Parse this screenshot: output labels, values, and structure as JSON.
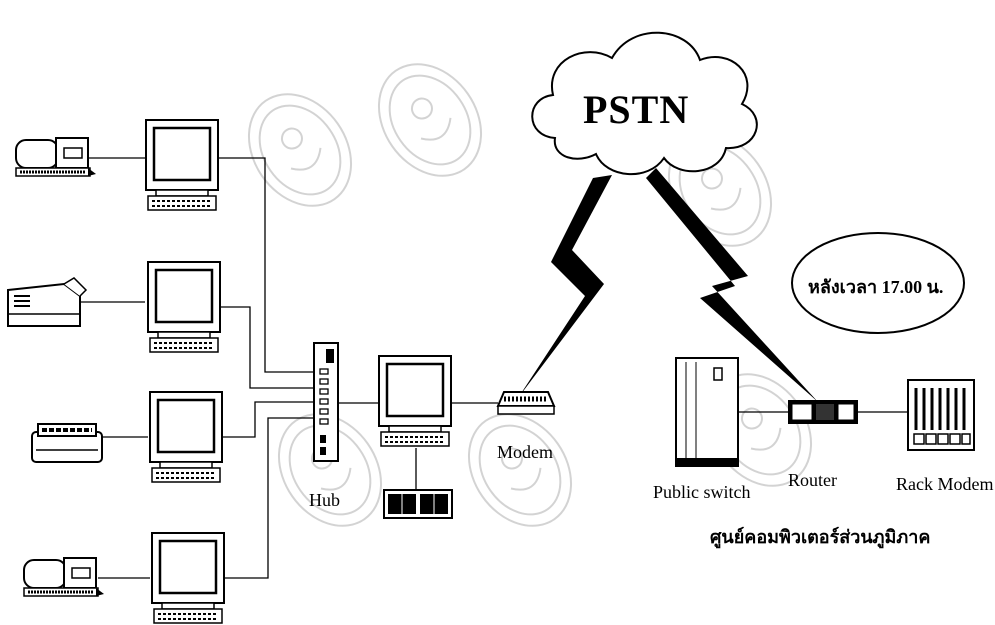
{
  "labels": {
    "cloud": "PSTN",
    "hub": "Hub",
    "modem": "Modem",
    "public_switch": "Public switch",
    "router": "Router",
    "rack_modem": "Rack Modem",
    "regional_center": "ศูนย์คอมพิวเตอร์ส่วนภูมิภาค",
    "after_hours": "หลังเวลา 17.00 น."
  }
}
